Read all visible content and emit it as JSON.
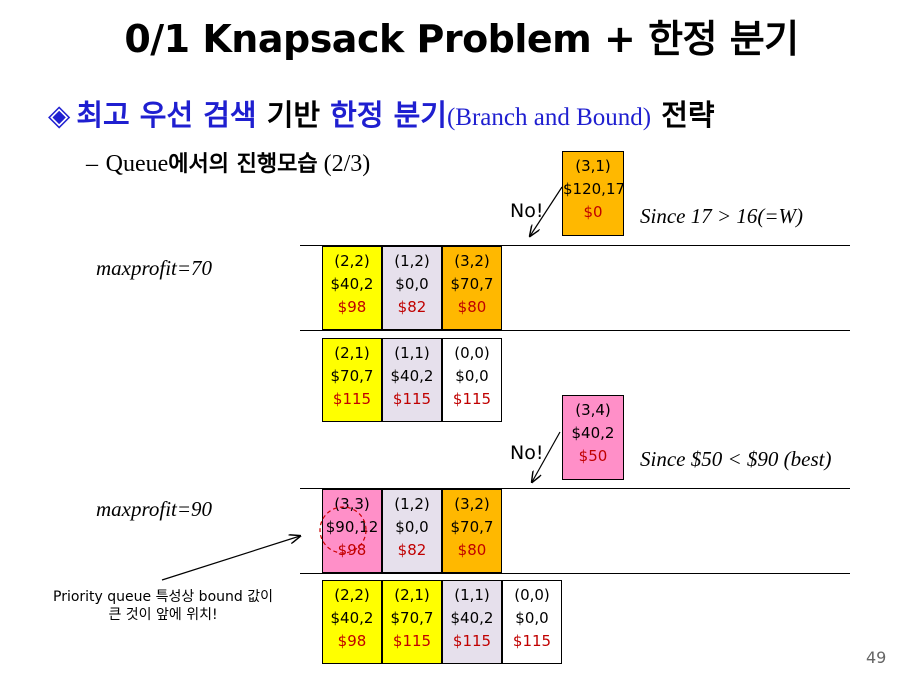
{
  "title": "0/1 Knapsack Problem + 한정 분기",
  "bullet1": {
    "marker": "◈",
    "part1": "최고 우선 검색",
    "part2": " 기반 ",
    "part3": "한정 분기",
    "part4": "(Branch and Bound)",
    "part5": " 전략"
  },
  "bullet2": {
    "dash": "–",
    "part1": "Queue",
    "part2": "에서의 진행모습",
    "part3": " (2/3)"
  },
  "top_node": {
    "id": "(3,1)",
    "value": "$120,17",
    "bound": "$0",
    "no_label": "No!",
    "reason": "Since 17 > 16(=W)"
  },
  "mid_node": {
    "id": "(3,4)",
    "value": "$40,2",
    "bound": "$50",
    "no_label": "No!",
    "reason": "Since $50 < $90 (best)"
  },
  "maxprofit1": "maxprofit=70",
  "maxprofit2": "maxprofit=90",
  "queue1": [
    {
      "id": "(2,2)",
      "value": "$40,2",
      "bound": "$98",
      "color": "yellow"
    },
    {
      "id": "(1,2)",
      "value": "$0,0",
      "bound": "$82",
      "color": "lav"
    },
    {
      "id": "(3,2)",
      "value": "$70,7",
      "bound": "$80",
      "color": "orange"
    }
  ],
  "queue2": [
    {
      "id": "(2,1)",
      "value": "$70,7",
      "bound": "$115",
      "color": "yellow"
    },
    {
      "id": "(1,1)",
      "value": "$40,2",
      "bound": "$115",
      "color": "lav"
    },
    {
      "id": "(0,0)",
      "value": "$0,0",
      "bound": "$115",
      "color": "white"
    }
  ],
  "queue3": [
    {
      "id": "(3,3)",
      "value": "$90,12",
      "bound": "$98",
      "color": "pink"
    },
    {
      "id": "(1,2)",
      "value": "$0,0",
      "bound": "$82",
      "color": "lav"
    },
    {
      "id": "(3,2)",
      "value": "$70,7",
      "bound": "$80",
      "color": "orange"
    }
  ],
  "queue4": [
    {
      "id": "(2,2)",
      "value": "$40,2",
      "bound": "$98",
      "color": "yellow"
    },
    {
      "id": "(2,1)",
      "value": "$70,7",
      "bound": "$115",
      "color": "yellow"
    },
    {
      "id": "(1,1)",
      "value": "$40,2",
      "bound": "$115",
      "color": "lav"
    },
    {
      "id": "(0,0)",
      "value": "$0,0",
      "bound": "$115",
      "color": "white"
    }
  ],
  "note_line1": "Priority queue 특성상 bound 값이",
  "note_line2": "큰 것이 앞에 위치!",
  "page_number": "49",
  "colors": {
    "yellow": "#ffff00",
    "lavender": "#e6e0ec",
    "orange": "#ffb800",
    "pink": "#ff8fc8",
    "blue": "#1f1fd0",
    "bound_red": "#c00000"
  }
}
